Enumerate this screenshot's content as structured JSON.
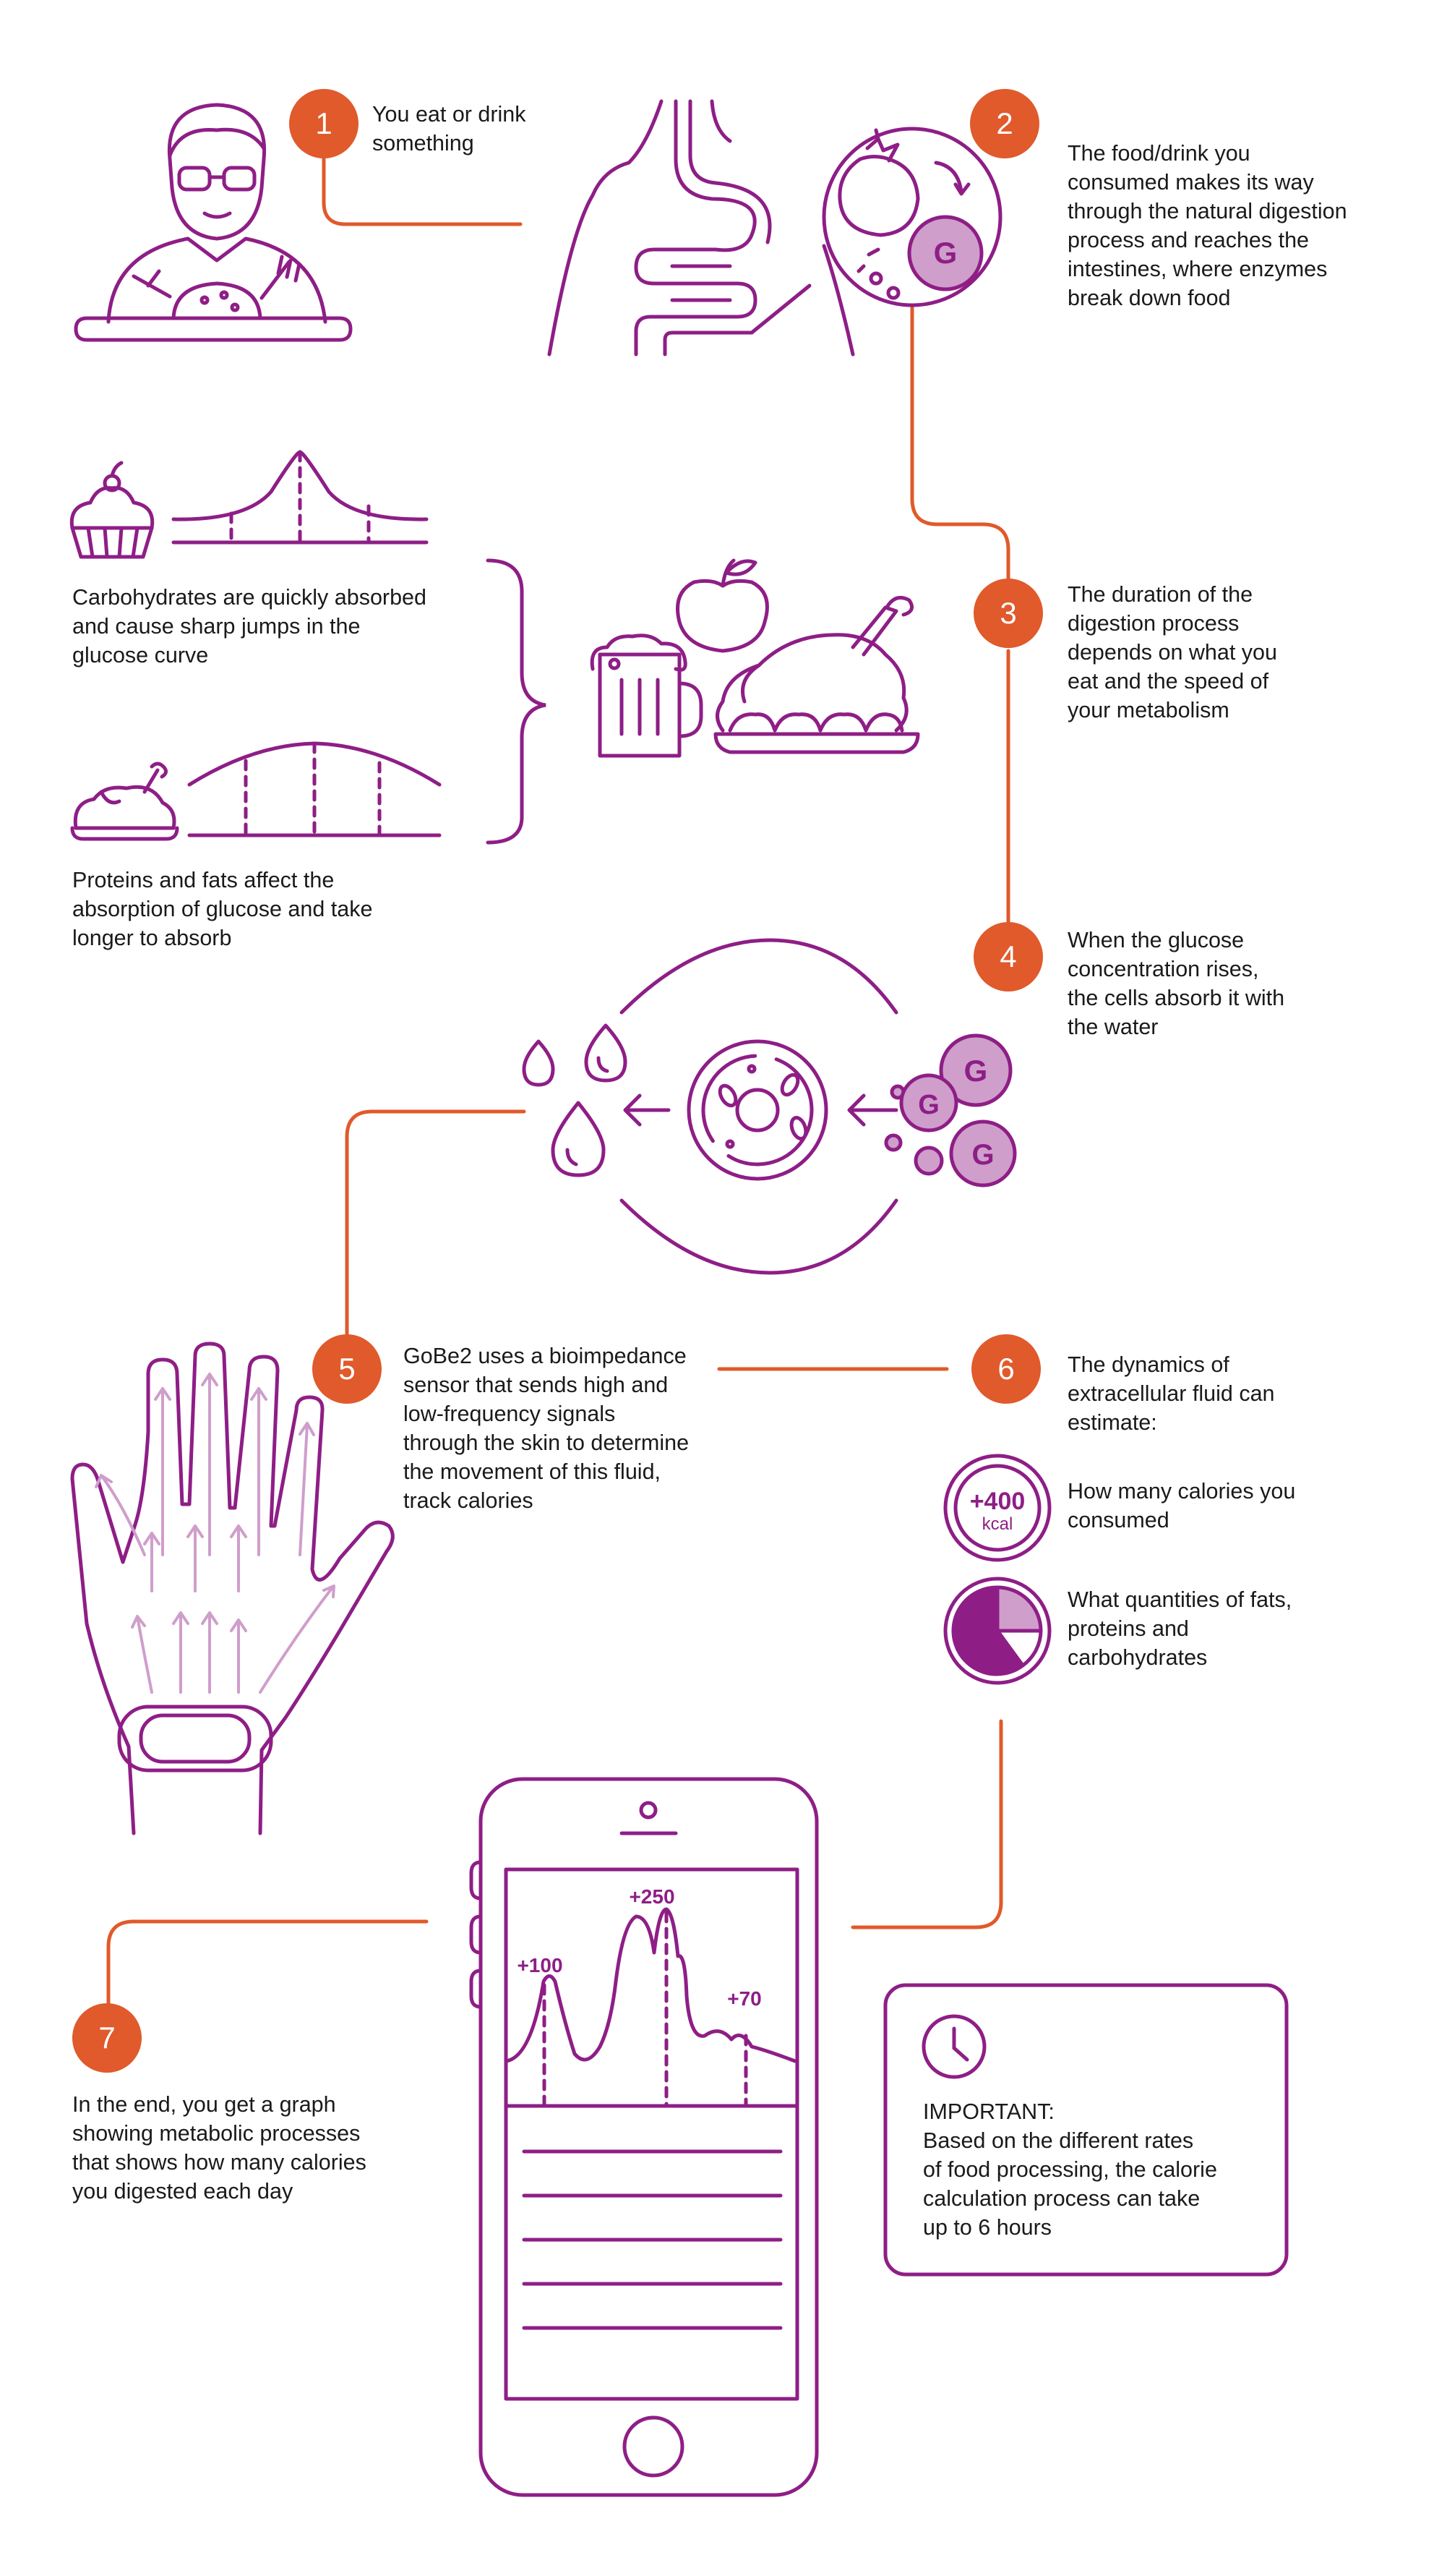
{
  "colors": {
    "purple": "#8e1e86",
    "light_purple": "#cf9ecb",
    "orange": "#e05a2b",
    "text": "#1a1a1a"
  },
  "steps": [
    {
      "number": "1",
      "lines": [
        "You eat or drink",
        "something"
      ]
    },
    {
      "number": "2",
      "lines": [
        "The food/drink you",
        "consumed makes its way",
        "through the natural digestion",
        "process and reaches the",
        "intestines, where enzymes",
        "break down food"
      ]
    },
    {
      "number": "3",
      "lines": [
        "The duration of the",
        "digestion process",
        "depends on what you",
        "eat and the speed of",
        "your metabolism"
      ]
    },
    {
      "number": "4",
      "lines": [
        "When the glucose",
        "concentration rises,",
        "the cells absorb it with",
        "the water"
      ]
    },
    {
      "number": "5",
      "lines": [
        "GoBe2 uses a bioimpedance",
        "sensor that sends high and",
        "low-frequency signals",
        "through the skin to determine",
        "the movement of this fluid,",
        "track calories"
      ]
    },
    {
      "number": "6",
      "lines": [
        "The dynamics of",
        "extracellular fluid can",
        "estimate:"
      ]
    },
    {
      "number": "7",
      "lines": [
        "In the end, you get a graph",
        "showing metabolic processes",
        "that shows how many calories",
        "you digested each day"
      ]
    }
  ],
  "carbs_caption": [
    "Carbohydrates are quickly absorbed",
    "and cause sharp jumps in the",
    "glucose curve"
  ],
  "proteins_caption": [
    "Proteins and fats affect the",
    "absorption of glucose and take",
    "longer to absorb"
  ],
  "estimates": [
    {
      "icon": "kcal-badge-icon",
      "lines": [
        "How many calories you",
        "consumed"
      ]
    },
    {
      "icon": "macro-pie-icon",
      "lines": [
        "What quantities of fats,",
        "proteins and",
        "carbohydrates"
      ]
    }
  ],
  "kcal_badge": {
    "value": "+400",
    "unit": "kcal"
  },
  "glucose_label": "G",
  "phone_chart": {
    "peak_labels": [
      "+100",
      "+250",
      "+70"
    ]
  },
  "important": {
    "heading": "IMPORTANT:",
    "lines": [
      "Based on the different rates",
      "of food processing, the calorie",
      "calculation process can take",
      "up to 6 hours"
    ]
  }
}
